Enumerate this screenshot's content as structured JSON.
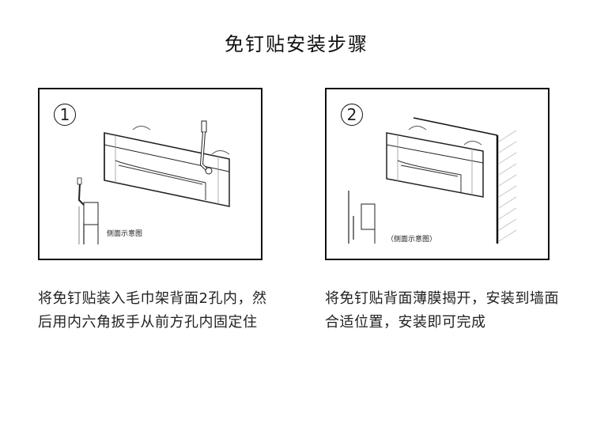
{
  "title": "免钉贴安装步骤",
  "steps": [
    {
      "number": "1",
      "figure_label": "侧面示意图",
      "description": "将免钉贴装入毛巾架背面2孔内，然后用内六角扳手从前方孔内固定住"
    },
    {
      "number": "2",
      "figure_label": "（侧面示意图）",
      "description": "将免钉贴背面薄膜揭开，安装到墙面合适位置，安装即可完成"
    }
  ]
}
